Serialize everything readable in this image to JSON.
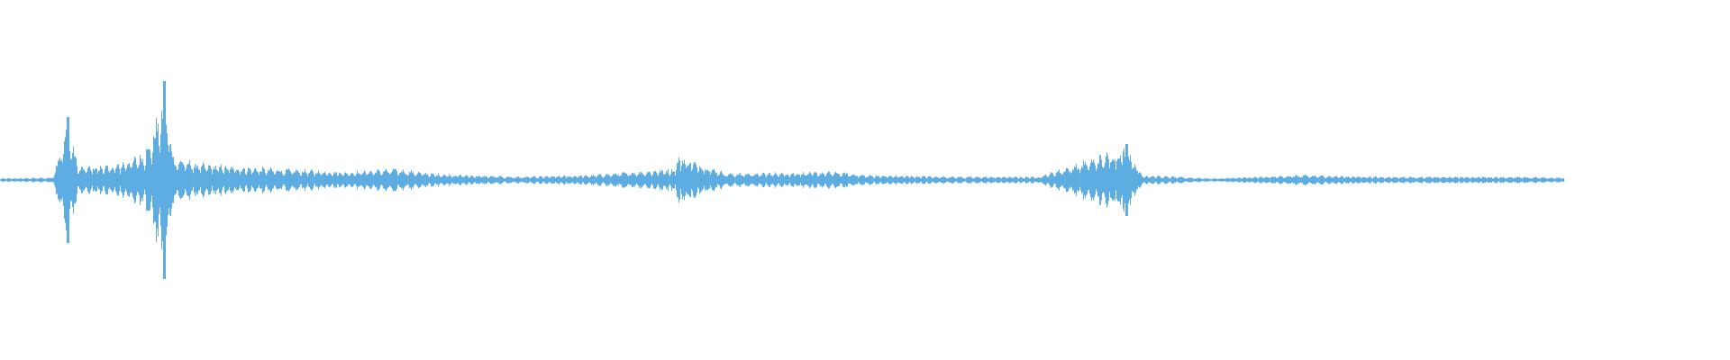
{
  "waveform": {
    "color": "#5dade2",
    "background": "#ffffff",
    "played_fraction": 0.0,
    "audio_fraction": 0.904,
    "peaks": [
      [
        0.0,
        0.01
      ],
      [
        0.03,
        0.015
      ],
      [
        0.039,
        0.35
      ],
      [
        0.045,
        0.08
      ],
      [
        0.066,
        0.09
      ],
      [
        0.085,
        0.17
      ],
      [
        0.095,
        0.55
      ],
      [
        0.1,
        0.14
      ],
      [
        0.115,
        0.1
      ],
      [
        0.14,
        0.08
      ],
      [
        0.16,
        0.07
      ],
      [
        0.2,
        0.05
      ],
      [
        0.227,
        0.07
      ],
      [
        0.25,
        0.04
      ],
      [
        0.27,
        0.03
      ],
      [
        0.3,
        0.02
      ],
      [
        0.34,
        0.03
      ],
      [
        0.39,
        0.07
      ],
      [
        0.392,
        0.15
      ],
      [
        0.42,
        0.04
      ],
      [
        0.484,
        0.05
      ],
      [
        0.5,
        0.03
      ],
      [
        0.56,
        0.02
      ],
      [
        0.6,
        0.02
      ],
      [
        0.651,
        0.2
      ],
      [
        0.66,
        0.03
      ],
      [
        0.7,
        0.01
      ],
      [
        0.73,
        0.02
      ],
      [
        0.75,
        0.03
      ],
      [
        0.8,
        0.02
      ],
      [
        0.84,
        0.02
      ],
      [
        0.87,
        0.02
      ],
      [
        0.904,
        0.015
      ]
    ]
  }
}
